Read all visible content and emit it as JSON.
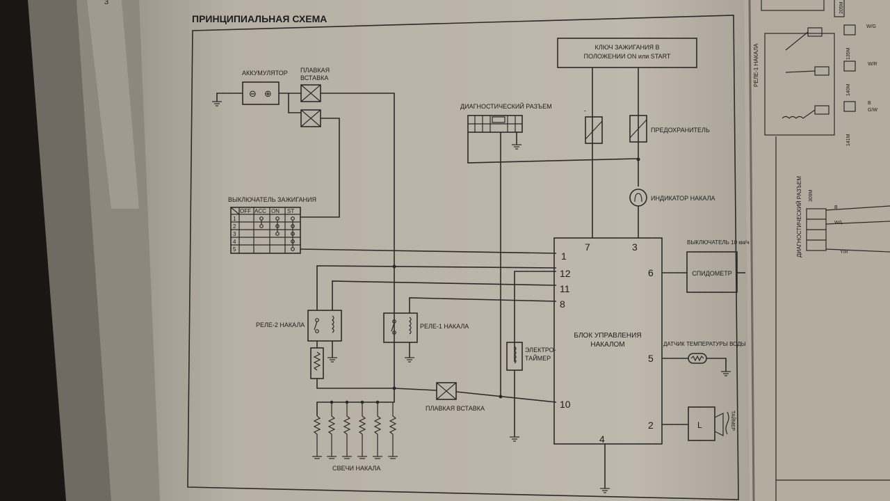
{
  "page": {
    "title": "ПРИНЦИПИАЛЬНАЯ СХЕМА",
    "left_page_number": "3"
  },
  "components": {
    "battery": "АККУМУЛЯТОР",
    "fusible_link_top": [
      "ПЛАВКАЯ",
      "ВСТАВКА"
    ],
    "ignition_key": [
      "КЛЮЧ ЗАЖИГАНИЯ В",
      "ПОЛОЖЕНИИ ON или START"
    ],
    "diag_connector": "ДИАГНОСТИЧЕСКИЙ РАЗЪЕМ",
    "fuse": "ПРЕДОХРАНИТЕЛЬ",
    "glow_indicator": "ИНДИКАТОР НАКАЛА",
    "ignition_switch": "ВЫКЛЮЧАТЕЛЬ ЗАЖИГАНИЯ",
    "relay2": "РЕЛЕ-2 НАКАЛА",
    "relay1": "РЕЛЕ-1 НАКАЛА",
    "electro_timer": [
      "ЭЛЕКТРО-",
      "ТАЙМЕР"
    ],
    "control_unit": [
      "БЛОК УПРАВЛЕНИЯ",
      "НАКАЛОМ"
    ],
    "speedometer_switch": "ВЫКЛЮЧАТЕЛЬ 10 км/ч",
    "speedometer": "СПИДОМЕТР",
    "temp_sensor": "ДАТЧИК ТЕМПЕРАТУРЫ ВОДЫ",
    "fusible_link_bottom": "ПЛАВКАЯ ВСТАВКА",
    "glow_plugs": "СВЕЧИ НАКАЛА",
    "timer_label": "ТАЙМЕР"
  },
  "switch_table": {
    "headers": [
      "OFF",
      "ACC",
      "ON",
      "ST"
    ],
    "rows": [
      "1",
      "2",
      "3",
      "4",
      "5"
    ]
  },
  "pins": {
    "p1": "1",
    "p2": "2",
    "p3": "3",
    "p4": "4",
    "p5": "5",
    "p6": "6",
    "p7": "7",
    "p8": "8",
    "p10": "10",
    "p11": "11",
    "p12": "12"
  },
  "right_page": {
    "relay_label": "РЕЛЕ-1 НАКАЛА",
    "diag_label": "ДИАГНОСТИЧЕСКИЙ РАЗЪЕМ",
    "codes": [
      "205M",
      "135M",
      "140M",
      "141M",
      "309M"
    ],
    "wires": [
      "W/G",
      "W/R",
      "B",
      "G/W",
      "B",
      "W/L",
      "Y/R"
    ]
  },
  "colors": {
    "paper": "#b9b2a6",
    "ink": "#2a2a2a",
    "background": "#1a1614"
  }
}
